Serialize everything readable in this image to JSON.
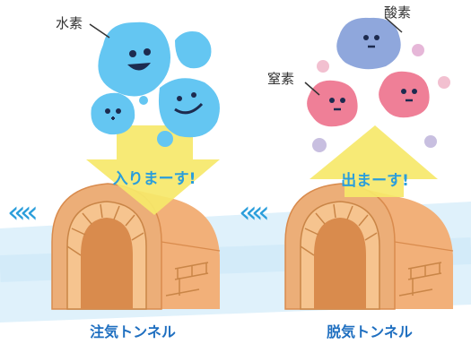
{
  "labels": {
    "hydrogen": "水素",
    "oxygen": "酸素",
    "nitrogen": "窒素",
    "entering": "入りまーす!",
    "exiting": "出まーす!",
    "inlet_tunnel": "注気トンネル",
    "outlet_tunnel": "脱気トンネル"
  },
  "chevrons": "«",
  "colors": {
    "hydrogen": "#64c6f2",
    "oxygen": "#8fa7dc",
    "nitrogen": "#ef7f97",
    "arrow": "#f6e86a",
    "arrow_text": "#2b9edb",
    "tunnel_text": "#1f6fc0",
    "brick": "#ecae78",
    "brick_dark": "#d98b4d",
    "water": "#dff1fb"
  }
}
